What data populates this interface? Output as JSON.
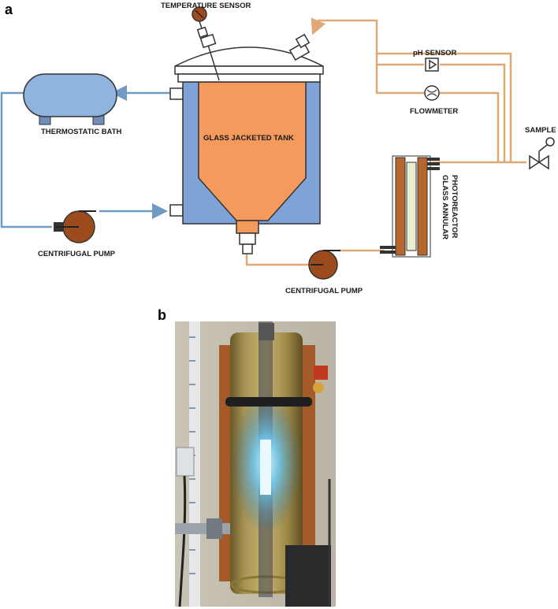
{
  "panels": {
    "a": "a",
    "b": "b"
  },
  "labels": {
    "temperature_sensor": "TEMPERATURE SENSOR",
    "thermostatic_bath": "THERMOSTATIC BATH",
    "glass_jacketed_tank": "GLASS JACKETED TANK",
    "centrifugal_pump_left": "CENTRIFUGAL PUMP",
    "centrifugal_pump_right": "CENTRIFUGAL PUMP",
    "ph_sensor": "pH SENSOR",
    "flowmeter": "FLOWMETER",
    "sample": "SAMPLE",
    "photoreactor_line1": "GLASS ANNULAR",
    "photoreactor_line2": "PHOTOREACTOR"
  },
  "colors": {
    "coolant_line": "#6f9ac4",
    "process_line": "#e0a874",
    "tank_jacket": "#7fa3d6",
    "tank_liquid": "#f49a5c",
    "bath": "#8fb4e0",
    "pump": "#9c4a1e",
    "reactor_frame": "#b5652e",
    "reactor_glass": "#e8eed0"
  }
}
